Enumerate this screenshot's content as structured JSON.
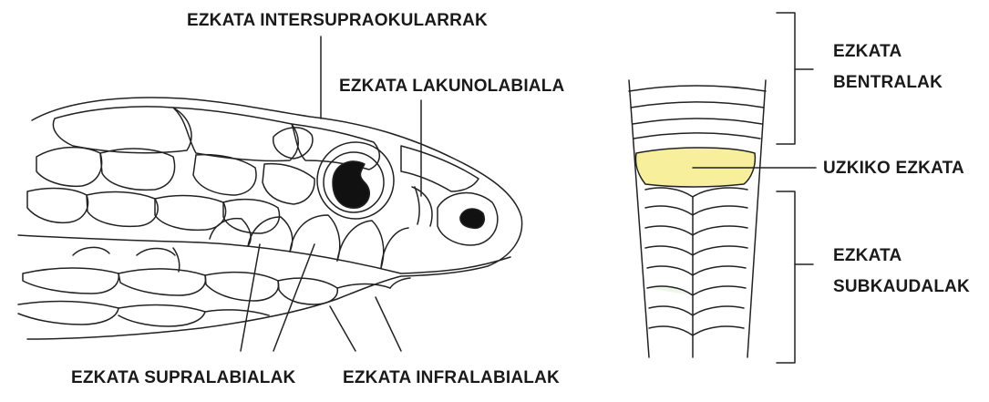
{
  "labels": {
    "intersupraocular": "EZKATA INTERSUPRAOKULARRAK",
    "loreal": "EZKATA LAKUNOLABIALA",
    "supralabial": "EZKATA SUPRALABIALAK",
    "infralabial": "EZKATA INFRALABIALAK",
    "ventral_line1": "EZKATA",
    "ventral_line2": "BENTRALAK",
    "anal": "UZKIKO EZKATA",
    "subcaudal_line1": "EZKATA",
    "subcaudal_line2": "SUBKAUDALAK"
  },
  "colors": {
    "outline": "#222222",
    "anal_scale_fill": "#f7ef9c",
    "faint_green": "#eef5ea",
    "background": "#ffffff"
  },
  "icons": {
    "head": "snake-head-illustration",
    "tail": "snake-underside-illustration"
  }
}
